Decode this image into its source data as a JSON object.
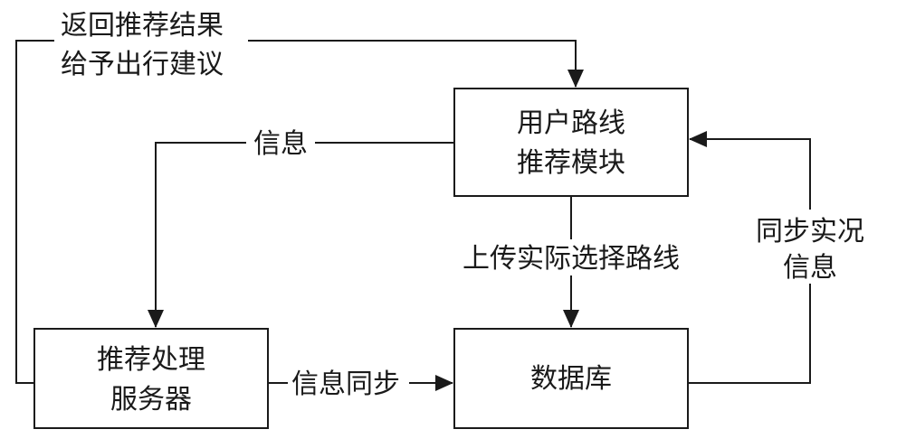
{
  "nodes": {
    "route_module": {
      "lines": [
        "用户路线",
        "推荐模块"
      ]
    },
    "server": {
      "lines": [
        "推荐处理",
        "服务器"
      ]
    },
    "database": {
      "lines": [
        "数据库"
      ]
    }
  },
  "edges": {
    "return_recommendation": {
      "lines": [
        "返回推荐结果",
        "给予出行建议"
      ]
    },
    "info": {
      "lines": [
        "信息"
      ]
    },
    "upload_route": {
      "lines": [
        "上传实际选择路线"
      ]
    },
    "info_sync": {
      "lines": [
        "信息同步"
      ]
    },
    "sync_realtime": {
      "lines": [
        "同步实况",
        "信息"
      ]
    }
  },
  "colors": {
    "stroke": "#1a1a1a",
    "background": "#ffffff"
  }
}
